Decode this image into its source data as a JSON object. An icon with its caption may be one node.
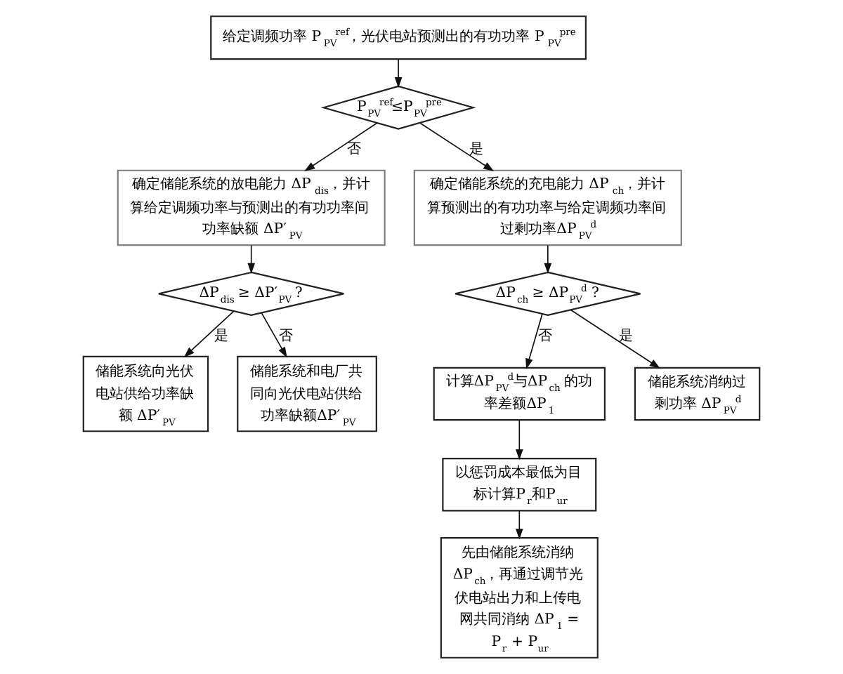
{
  "diagram": {
    "nodes": [
      {
        "text": [
          "给定调频功率 P$_{PV}$$^{ref}$，光伏电站预测出的有功功率 P$_{PV}$$^{pre}$"
        ]
      },
      {
        "text": [
          "P$_{PV}$$^{ref}$≤P$_{PV}$$^{pre}$"
        ]
      },
      {
        "text": [
          "确定储能系统的放电能力 ΔP$_{dis}$，并计算给定调频功率与预测出的有功功率间功率缺额 ΔP′$_{PV}$"
        ]
      },
      {
        "text": [
          "确定储能系统的充电能力 ΔP$_{ch}$，并计算预测出的有功功率与给定调频功率间过剩功率ΔP$_{PV}$$^{d}$"
        ]
      },
      {
        "text": [
          "ΔP$_{dis}$ ≥ ΔP′$_{PV}$ ?"
        ]
      },
      {
        "text": [
          "ΔP$_{ch}$ ≥ ΔP$_{PV}$$^{d}$ ?"
        ]
      },
      {
        "text": [
          "储能系统向光伏电站供给功率缺额 ΔP′$_{PV}$"
        ]
      },
      {
        "text": [
          "储能系统和电厂共同向光伏电站供给功率缺额ΔP′$_{PV}$"
        ]
      },
      {
        "text": [
          "计算ΔP$_{PV}$$^{d}$与ΔP$_{ch}$ 的功率差额ΔP$_{1}$"
        ]
      },
      {
        "text": [
          "储能系统消纳过剩功率 ΔP$_{PV}$$^{d}$"
        ]
      },
      {
        "text": [
          "以惩罚成本最低为目标计算P$_{r}$和P$_{ur}$"
        ]
      },
      {
        "text": [
          "先由储能系统消纳ΔP$_{ch}$，再通过调节光伏电站出力和上传电网共同消纳 ΔP$_{1}$ = P$_{r}$ + P$_{ur}$"
        ]
      }
    ],
    "edges": [
      {
        "from": 0,
        "to": 1,
        "arrow": "to"
      },
      {
        "from": 1,
        "to": 2,
        "arrow": "to",
        "label": "否"
      },
      {
        "from": 1,
        "to": 3,
        "arrow": "to",
        "label": "是"
      },
      {
        "from": 2,
        "to": 4,
        "arrow": "to"
      },
      {
        "from": 3,
        "to": 5,
        "arrow": "to"
      },
      {
        "from": 4,
        "to": 6,
        "arrow": "to",
        "label": "是"
      },
      {
        "from": 4,
        "to": 7,
        "arrow": "to",
        "label": "否"
      },
      {
        "from": 5,
        "to": 8,
        "arrow": "to",
        "label": "否"
      },
      {
        "from": 5,
        "to": 9,
        "arrow": "to",
        "label": "是"
      },
      {
        "from": 8,
        "to": 10,
        "arrow": "to"
      },
      {
        "from": 10,
        "to": 11,
        "arrow": "to"
      }
    ]
  }
}
